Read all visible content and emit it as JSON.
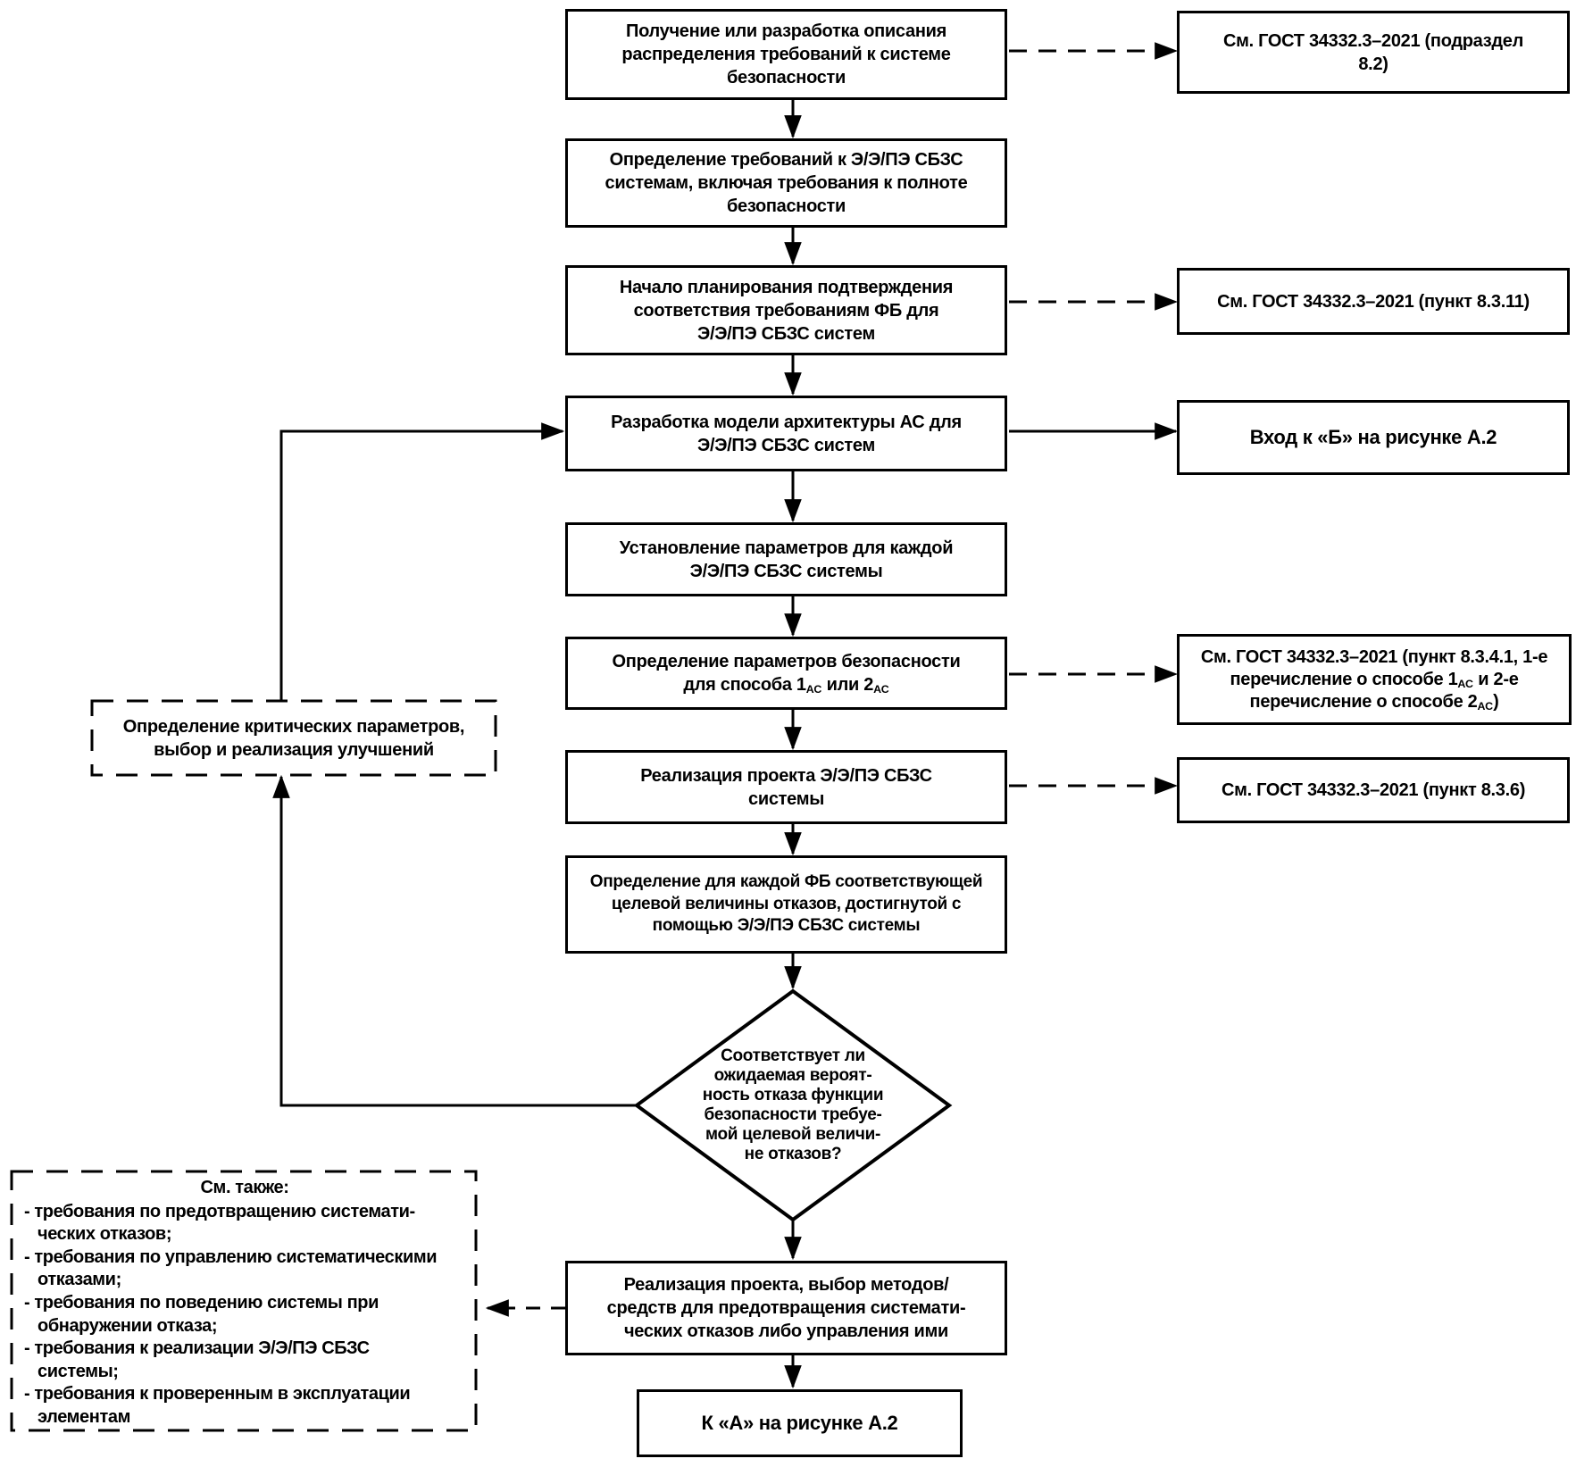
{
  "figure": {
    "kind": "flowchart",
    "language": "ru",
    "colors": {
      "line": "#000000",
      "background": "#ffffff",
      "box_fill": "#ffffff",
      "text": "#000000"
    }
  },
  "flow": {
    "steps": [
      {
        "id": "step-1",
        "lines": [
          "Получение или разработка описания",
          "распределения требований к системе",
          "безопасности"
        ]
      },
      {
        "id": "step-2",
        "lines": [
          "Определение требований к Э/Э/ПЭ СБЗС",
          "системам, включая требования к полноте",
          "безопасности"
        ]
      },
      {
        "id": "step-3",
        "lines": [
          "Начало планирования подтверждения",
          "соответствия требованиям ФБ для",
          "Э/Э/ПЭ СБЗС систем"
        ]
      },
      {
        "id": "step-4",
        "lines": [
          "Разработка модели архитектуры АС для",
          "Э/Э/ПЭ  СБЗС систем"
        ]
      },
      {
        "id": "step-5",
        "lines": [
          "Установление параметров для каждой",
          "Э/Э/ПЭ СБЗС системы"
        ]
      },
      {
        "id": "step-6",
        "line1": "Определение параметров безопасности",
        "line2a": "для способа 1",
        "sub1": "АС",
        "line2b": " или 2",
        "sub2": "АС"
      },
      {
        "id": "step-7",
        "lines": [
          "Реализация проекта Э/Э/ПЭ СБЗС",
          "системы"
        ]
      },
      {
        "id": "step-8",
        "lines": [
          "Определение для каждой ФБ соответствующей",
          "целевой величины отказов, достигнутой с",
          "помощью Э/Э/ПЭ СБЗС системы"
        ]
      }
    ],
    "decision": {
      "lines": [
        "Соответствует ли",
        "ожидаемая вероят-",
        "ность отказа функции",
        "безопасности требуе-",
        "мой целевой величи-",
        "не отказов?"
      ]
    },
    "systematic_box": {
      "lines": [
        "Реализация проекта, выбор  методов/",
        "средств для предотвращения системати-",
        "ческих отказов либо управления ими"
      ]
    },
    "end_box": {
      "label": "К «А» на рисунке А.2"
    },
    "feedback_box": {
      "lines": [
        "Определение критических параметров,",
        "выбор и реализация улучшений"
      ]
    }
  },
  "right_notes": [
    {
      "id": "note-gost-8-2",
      "lines": [
        "См. ГОСТ 34332.3–2021 (подраздел",
        "8.2)"
      ]
    },
    {
      "id": "note-gost-8-3-11",
      "lines": [
        "См. ГОСТ 34332.3–2021 (пункт 8.3.11)"
      ]
    },
    {
      "id": "note-entry-b",
      "lines": [
        "Вход к «Б» на рисунке А.2"
      ]
    },
    {
      "id": "note-gost-8-3-4-1",
      "part1": "См. ГОСТ 34332.3–2021 (пункт 8.3.4.1, 1-е перечисление о способе 1",
      "sub1": "АС",
      "part2": " и 2-е перечисление о способе  2",
      "sub2": "АС",
      "part3": ")"
    },
    {
      "id": "note-gost-8-3-6",
      "lines": [
        "См. ГОСТ 34332.3–2021 (пункт 8.3.6)"
      ]
    }
  ],
  "see_also": {
    "title": "См. также:",
    "items": [
      [
        "- требования по предотвращению системати-",
        "ческих  отказов;"
      ],
      [
        "- требования по управлению систематическими",
        "отказами;"
      ],
      [
        "- требования по поведению системы при",
        "обнаружении отказа;"
      ],
      [
        "- требования к реализации Э/Э/ПЭ СБЗС",
        "системы;"
      ],
      [
        "- требования к проверенным в эксплуатации",
        "элементам"
      ]
    ]
  }
}
